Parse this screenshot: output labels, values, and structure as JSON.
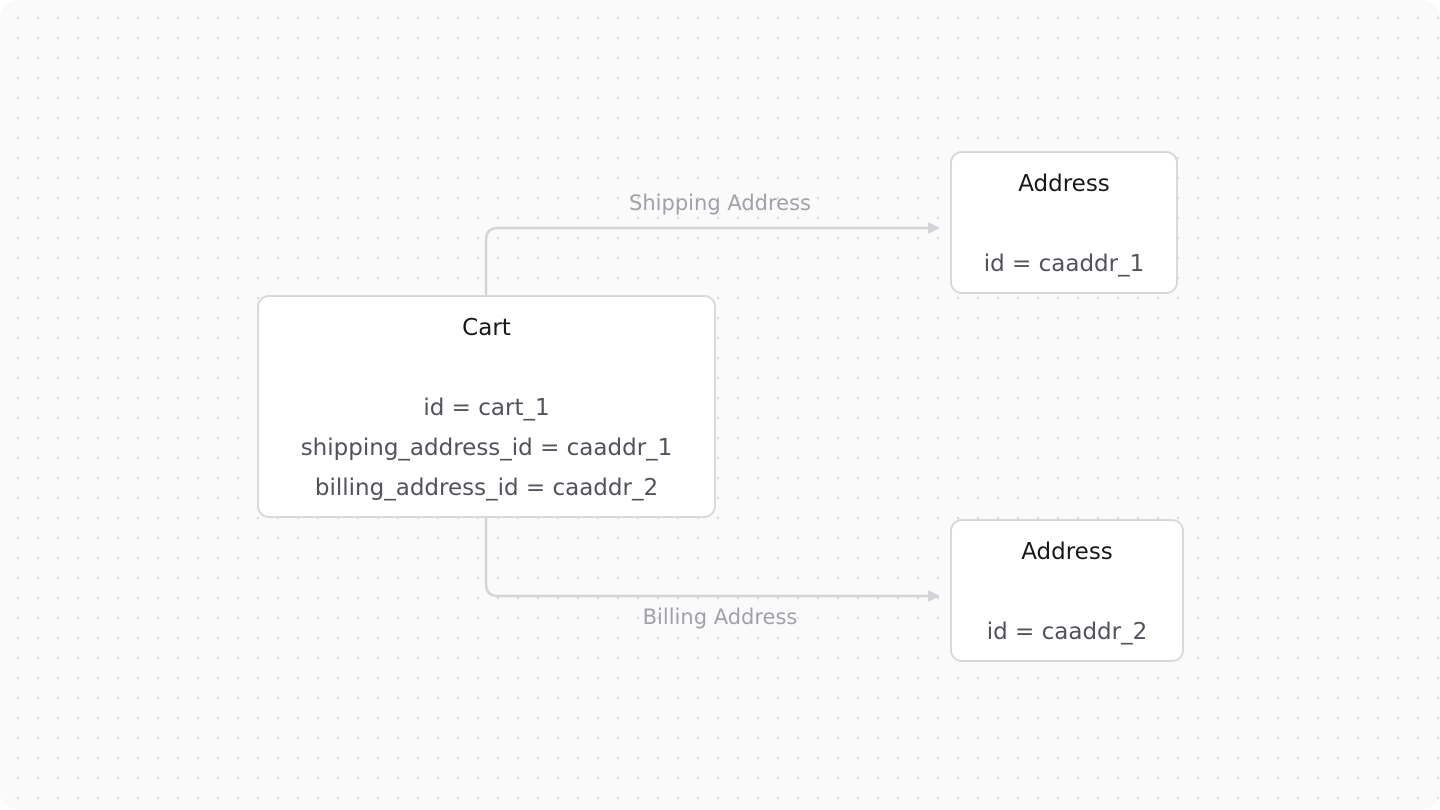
{
  "diagram": {
    "nodes": {
      "cart": {
        "title": "Cart",
        "fields": [
          "id = cart_1",
          "shipping_address_id = caaddr_1",
          "billing_address_id = caaddr_2"
        ]
      },
      "shipping_address": {
        "title": "Address",
        "fields": [
          "id = caaddr_1"
        ]
      },
      "billing_address": {
        "title": "Address",
        "fields": [
          "id = caaddr_2"
        ]
      }
    },
    "edges": {
      "shipping": {
        "label": "Shipping Address"
      },
      "billing": {
        "label": "Billing Address"
      }
    },
    "colors": {
      "canvas_background": "#fafafa",
      "grid_dot": "#d9d9dc",
      "node_border": "#d9d9dc",
      "connector": "#d4d4d8",
      "edge_label": "#a1a1aa",
      "title_text": "#18181b",
      "field_text": "#52525b"
    }
  }
}
